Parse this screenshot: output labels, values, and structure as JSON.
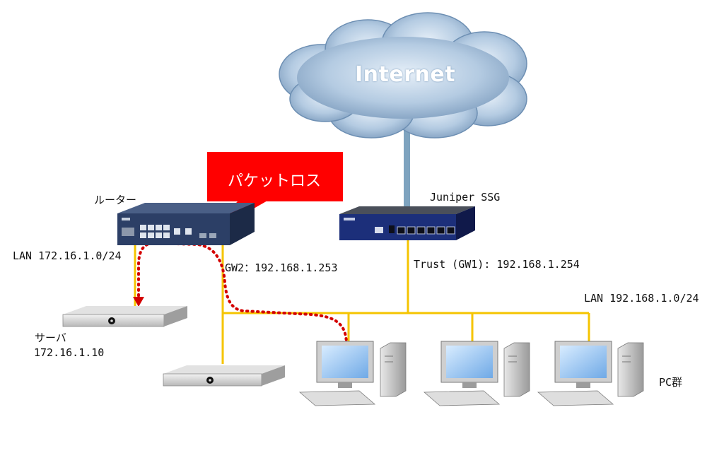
{
  "diagram": {
    "internet_label": "Internet",
    "callout_label": "パケットロス",
    "router_label": "ルーター",
    "firewall_label": "Juniper SSG",
    "server_lan_label": "LAN 172.16.1.0/24",
    "gw2_label": "GW2：192.168.1.253",
    "trust_label": "Trust (GW1): 192.168.1.254",
    "main_lan_label": "LAN 192.168.1.0/24",
    "server_name_label": "サーバ",
    "server_ip_label": "172.16.1.10",
    "pc_group_label": "PC群"
  },
  "colors": {
    "cable": "#f5c400",
    "uplink": "#7ea3bf",
    "callout": "#ff0000",
    "packet_path": "#d40000",
    "cloud_fill": "#a9c3dd",
    "router_body": "#2c3f66",
    "firewall_body": "#1c2f7a"
  },
  "icons": [
    "cloud-icon",
    "router-icon",
    "firewall-icon",
    "server-icon",
    "pc-icon"
  ]
}
